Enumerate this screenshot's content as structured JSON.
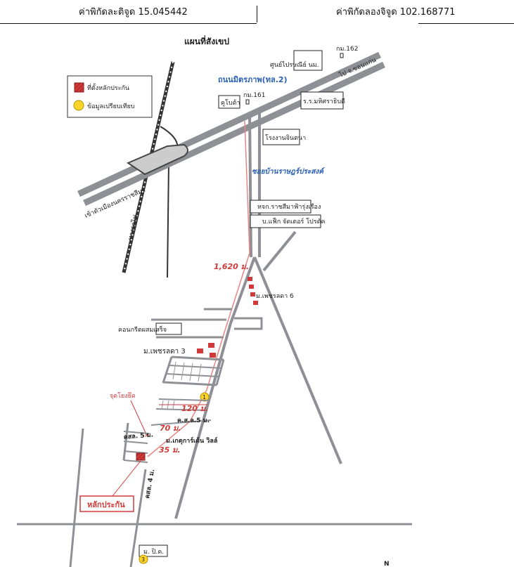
{
  "header": {
    "latitude_label": "ค่าพิกัดละติจูด 15.045442",
    "longitude_label": "ค่าพิกัดลองจิจูด 102.168771"
  },
  "map": {
    "title": "แผนที่สังเขป",
    "legend": {
      "collateral": "ที่ตั้งหลักประกัน",
      "comparable": "ข้อมูลเปรียบเทียบ"
    },
    "road_main": "ถนนมิตรภาพ(ทล.2)",
    "road_soi": "ซอยบ้านราษฎร์ประสงค์",
    "km162": "กม.162",
    "km161": "กม.161",
    "to_khonkaen": "ไป จ.ขอนแก่น",
    "to_city": "เข้าตัวเมืองนครราชสีมา",
    "railway": "ทางรถไฟ",
    "landmarks": {
      "center": "ศูนย์ไปรษณีย์ นม.",
      "kubota": "คูโบต้า",
      "hospital": "ร.ร.มหิศราธิบดี",
      "factory": "โรงงานจินตนา",
      "hj_shop": "หจก.ราชสีมาฟ้ารุ่งเรือง",
      "factory2": "บ.แฟ็ก จัดเตอร์ โปรดัค",
      "phet6": "ม.เพชรลดา 6",
      "condo": "คอนกรีตผสมเสร็จ",
      "phet3": "ม.เพชรลดา 3",
      "kaset": "ม.เกตุการ์เด้น วิลล์",
      "mpk": "ม. ปิ.ค.",
      "ks_road": "ค.ส.ล.5 ม.",
      "ks_road2": "คสล. 5 ม.",
      "ks_road3": "คสล. 4 ม.",
      "checkpoint": "จุดโยงยึด"
    },
    "distances": {
      "d1": "1,620 ม.",
      "d2": "120 ม.",
      "d3": "70 ม.",
      "d4": "35 ม."
    },
    "collateral_callout": "หลักประกัน",
    "comparable_1": "1",
    "comparable_3": "3",
    "north": "N"
  },
  "colors": {
    "road": "#8f9096",
    "road_blue": "#2b5fb5",
    "red": "#d23a3a",
    "yellow": "#ffd42a"
  }
}
